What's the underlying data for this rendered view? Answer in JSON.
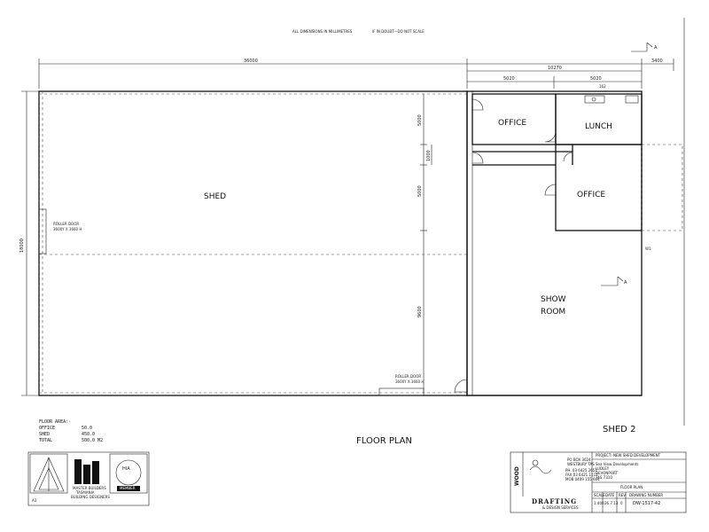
{
  "header": {
    "note_left": "ALL DIMENSIONS IN MILLIMETRES",
    "note_right": "IF IN DOUBT—DO NOT SCALE"
  },
  "dimensions": {
    "overall_width": "36000",
    "right_block": "10270",
    "sub_left": "5020",
    "sub_right": "5020",
    "offset_right": "3400",
    "overall_depth": "18000",
    "vertical_top": "5000",
    "vertical_mid": "1000",
    "vertical_mid2": "5000",
    "vertical_bottom": "9600",
    "small_top": "162"
  },
  "rooms": {
    "shed": "SHED",
    "office_top": "OFFICE",
    "lunch": "LUNCH",
    "office_mid": "OFFICE",
    "show_room_line1": "SHOW",
    "show_room_line2": "ROOM",
    "w1": "W1"
  },
  "doors": {
    "roller_left_title": "ROLLER DOOR",
    "roller_left_size": "3600Y X 3660 H",
    "roller_bottom_title": "ROLLER DOOR",
    "roller_bottom_size": "3600Y X 3660 H"
  },
  "floor_area": {
    "title": "FLOOR AREA:-",
    "rows": [
      {
        "label": "OFFICE",
        "value": "50.0"
      },
      {
        "label": "SHED",
        "value": "450.0"
      },
      {
        "label": "TOTAL",
        "value": "500.0 M2"
      }
    ]
  },
  "labels": {
    "floor_plan": "FLOOR PLAN",
    "shed_2": "SHED 2",
    "section_marker": "A",
    "sheet_size": "A3"
  },
  "logos": {
    "tasmania_line1": "MASTER BUILDERS",
    "tasmania_line2": "TASMANIA",
    "tasmania_line3": "BUILDING DESIGNERS",
    "hia_text": "HIA",
    "hia_sub": "MEMBER"
  },
  "title_block": {
    "company_vertical": "WOOD",
    "company_name": "DRAFTING",
    "company_sub": "& DESIGN SERVICES",
    "project_label": "PROJECT:-",
    "project_value": "NEW SHED DEVELOPMENT",
    "client_line1": "Sea View Developments",
    "client_line2": "LUDLEY",
    "client_line3": "DEVONPORT",
    "client_line4": "TAS 7310",
    "sheet_title": "FLOOR PLAN",
    "col_scale": "SCALE",
    "col_date": "DATE",
    "col_rev": "REV",
    "col_drawing": "DRAWING NUMBER",
    "val_scale": "1:400",
    "val_date": "26.7.13",
    "val_rev": "0",
    "val_drawing": "DW-1517-42"
  },
  "address_block": {
    "line1": "PO BOX 3024",
    "line2": "WESTBURY TAS",
    "line3": "PH. 03 6425 2651",
    "line4": "FAX 03 6421 1111",
    "line5": "MOB 0409 155 664"
  }
}
